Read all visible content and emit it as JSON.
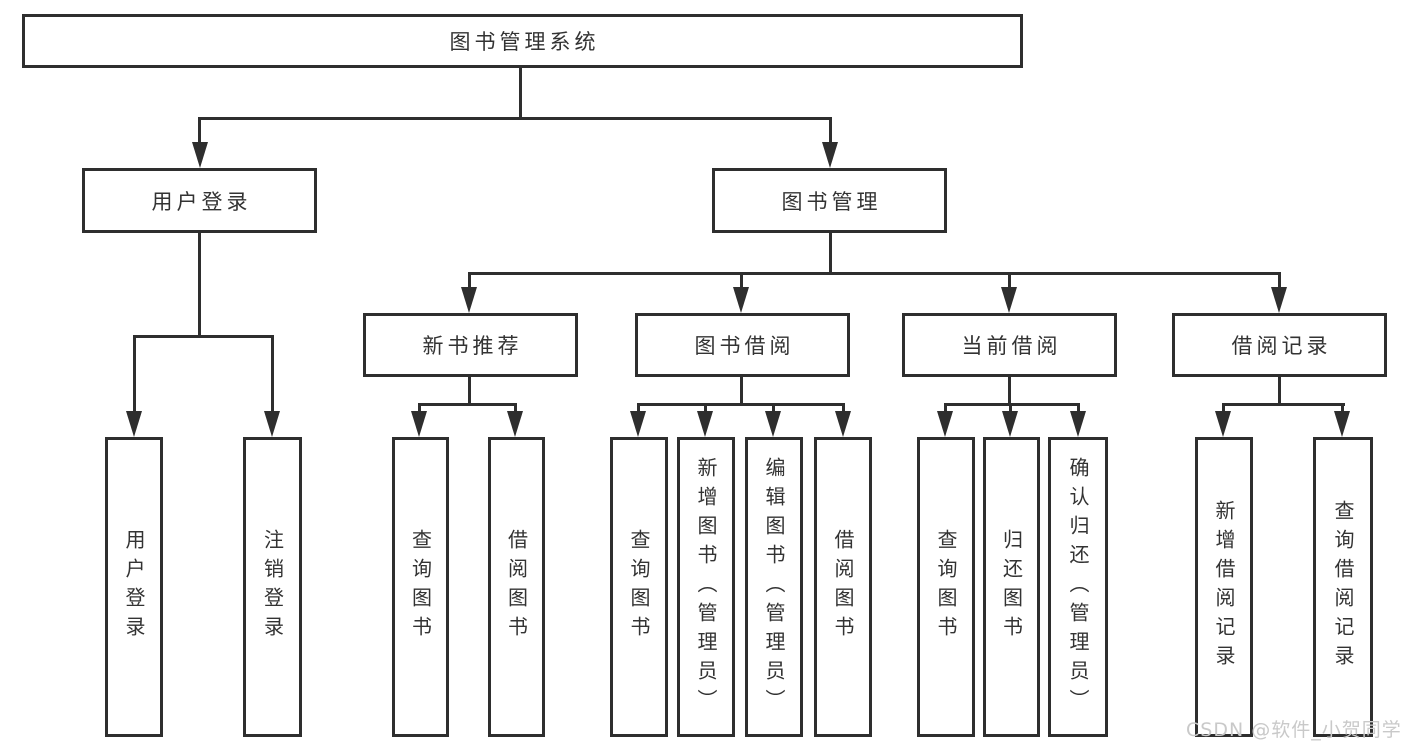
{
  "title": "图书管理系统",
  "level2": [
    "用户登录",
    "图书管理"
  ],
  "level3": [
    "新书推荐",
    "图书借阅",
    "当前借阅",
    "借阅记录"
  ],
  "leaves": [
    "用户登录",
    "注销登录",
    "查询图书",
    "借阅图书",
    "查询图书",
    "新增图书（管理员）",
    "编辑图书（管理员）",
    "借阅图书",
    "查询图书",
    "归还图书",
    "确认归还（管理员）",
    "新增借阅记录",
    "查询借阅记录"
  ],
  "watermark": "CSDN @软件_小贺同学",
  "colors": {
    "line": "#2e2e2e",
    "text": "#333333",
    "watermark": "#c9c9c9",
    "background": "#ffffff"
  }
}
